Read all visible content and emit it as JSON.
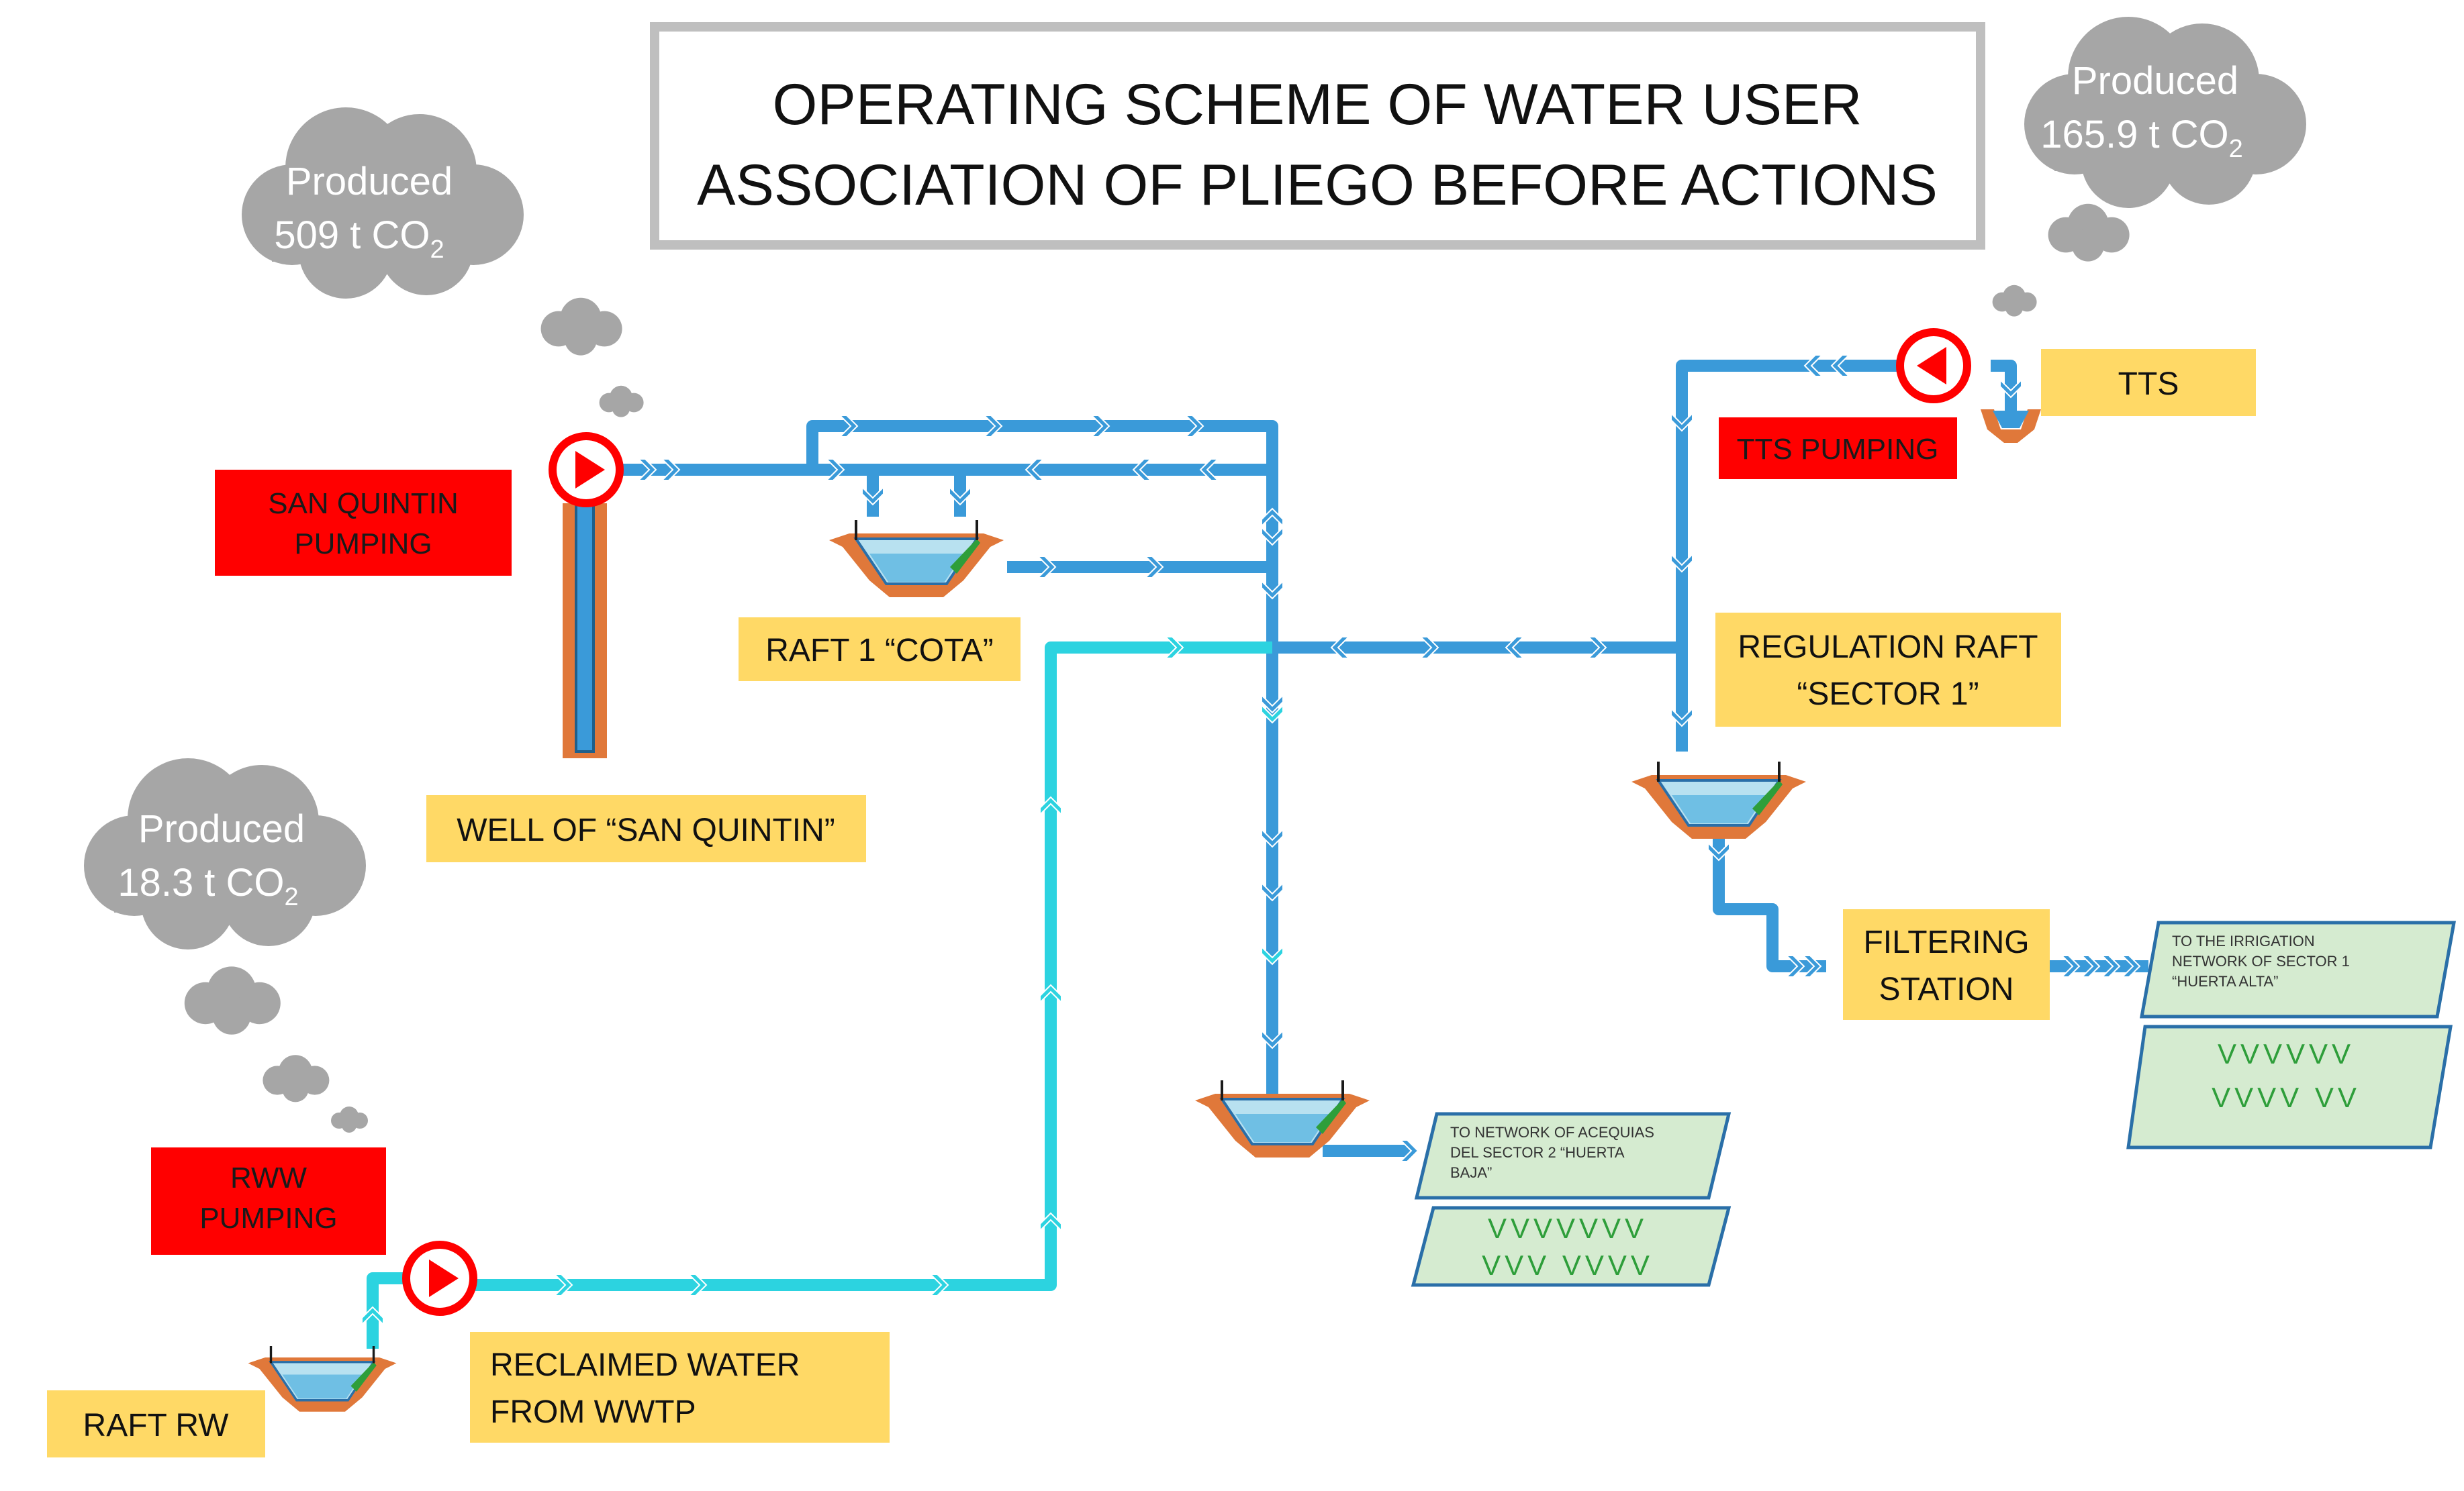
{
  "title": {
    "line1": "OPERATING SCHEME OF WATER USER",
    "line2": "ASSOCIATION OF PLIEGO BEFORE ACTIONS"
  },
  "clouds": {
    "san_quintin": {
      "label": "Produced",
      "value": "509 t CO",
      "sub": "2"
    },
    "tts": {
      "label": "Produced",
      "value": "165.9 t CO",
      "sub": "2"
    },
    "rww": {
      "label": "Produced",
      "value": "18.3 t CO",
      "sub": "2"
    }
  },
  "pumping": {
    "san_quintin": {
      "line1": "SAN QUINTIN",
      "line2": "PUMPING"
    },
    "tts": {
      "line1": "TTS PUMPING"
    },
    "rww": {
      "line1": "RWW",
      "line2": "PUMPING"
    }
  },
  "labels": {
    "raft1": "RAFT 1 “COTA”",
    "well": "WELL OF “SAN QUINTIN”",
    "tts": "TTS",
    "regulation_1": "REGULATION RAFT",
    "regulation_2": "“SECTOR 1”",
    "filtering_1": "FILTERING",
    "filtering_2": "STATION",
    "reclaimed_1": "RECLAIMED WATER",
    "reclaimed_2": "FROM WWTP",
    "raft_rw": "RAFT RW"
  },
  "networks": {
    "sector2": {
      "line1": "TO NETWORK OF ACEQUIAS",
      "line2": "DEL SECTOR 2 “HUERTA",
      "line3": "BAJA”",
      "v1": "VVVVVVV",
      "v2": "VVV VVVV"
    },
    "sector1": {
      "line1": "TO THE IRRIGATION",
      "line2": "NETWORK OF SECTOR 1",
      "line3": "“HUERTA ALTA”",
      "v1": "VVVVVV",
      "v2": "VVVV VV"
    }
  },
  "colors": {
    "pipe_blue": "#3a9ad9",
    "pipe_cyan": "#2cd3e0",
    "label_yellow": "#ffd966",
    "pump_red": "#ff0000",
    "cloud_gray": "#a6a6a6",
    "network_green": "#d5ebd0"
  },
  "icons": [
    "pump-icon",
    "reservoir-icon",
    "cloud-icon",
    "well-icon",
    "flow-arrow-icon"
  ]
}
